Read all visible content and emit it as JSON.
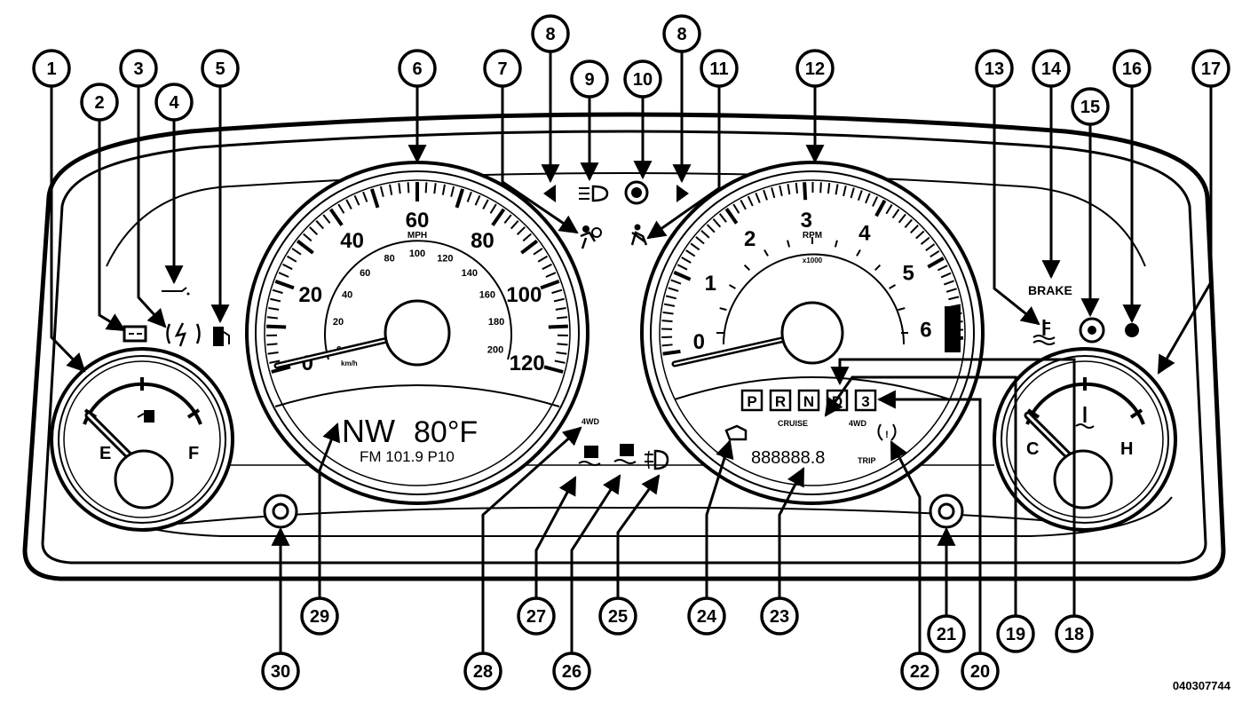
{
  "speedometer": {
    "mph_labels": [
      "0",
      "20",
      "40",
      "60",
      "80",
      "100",
      "120"
    ],
    "kmh_labels": [
      "0",
      "20",
      "40",
      "60",
      "80",
      "100",
      "120",
      "140",
      "160",
      "180",
      "200"
    ],
    "mph_unit": "MPH",
    "kmh_unit": "km/h"
  },
  "tachometer": {
    "labels": [
      "0",
      "1",
      "2",
      "3",
      "4",
      "5",
      "6"
    ],
    "unit": "RPM",
    "multiplier": "x1000"
  },
  "fuel_gauge": {
    "low": "E",
    "high": "F"
  },
  "temp_gauge": {
    "low": "C",
    "high": "H"
  },
  "display": {
    "compass": "NW",
    "temperature": "80°F",
    "radio": "FM 101.9 P10",
    "awd": "4WD",
    "odometer": "888888.8",
    "trip": "TRIP",
    "cruise": "CRUISE",
    "four_wd": "4WD"
  },
  "prnd": [
    "P",
    "R",
    "N",
    "D",
    "3"
  ],
  "brake_label": "BRAKE",
  "callouts": [
    "1",
    "2",
    "3",
    "4",
    "5",
    "6",
    "7",
    "8",
    "9",
    "10",
    "11",
    "8",
    "12",
    "13",
    "14",
    "15",
    "16",
    "17",
    "30",
    "29",
    "28",
    "27",
    "26",
    "25",
    "24",
    "23",
    "22",
    "21",
    "20",
    "19",
    "18"
  ],
  "figure_code": "040307744"
}
